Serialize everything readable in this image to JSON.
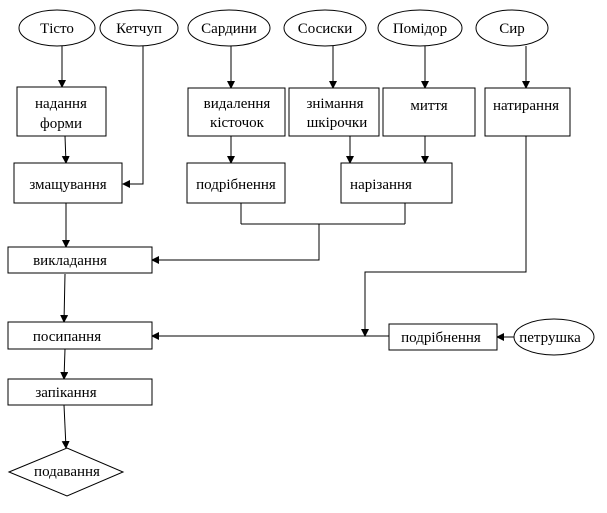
{
  "ingredients": {
    "dough": "Тісто",
    "ketchup": "Кетчуп",
    "sardines": "Сардини",
    "sausages": "Сосиски",
    "tomato": "Помідор",
    "cheese": "Сир",
    "parsley": "петрушка"
  },
  "steps": {
    "shaping_line1": "надання",
    "shaping_line2": "форми",
    "pit_removal_line1": "видалення",
    "pit_removal_line2": "кісточок",
    "peeling_line1": "знімання",
    "peeling_line2": "шкірочки",
    "washing": "миття",
    "grating": "натирання",
    "greasing": "змащування",
    "crushing_sardines": "подрібнення",
    "slicing": "нарізання",
    "laying_out": "викладання",
    "crushing_parsley": "подрібнення",
    "sprinkling": "посипання",
    "baking": "запікання",
    "serving": "подавання"
  }
}
